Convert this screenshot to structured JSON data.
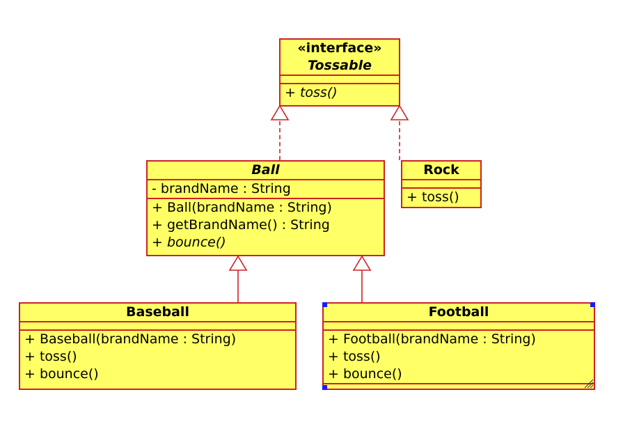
{
  "diagram": {
    "interface": {
      "stereotype": "«interface»",
      "name": "Tossable",
      "operations": [
        "+ toss()"
      ]
    },
    "ball": {
      "name": "Ball",
      "attributes": [
        "- brandName : String"
      ],
      "operations": [
        "+ Ball(brandName : String)",
        "+ getBrandName() : String",
        "+ bounce()"
      ]
    },
    "rock": {
      "name": "Rock",
      "operations": [
        "+ toss()"
      ]
    },
    "baseball": {
      "name": "Baseball",
      "operations": [
        "+ Baseball(brandName : String)",
        "+ toss()",
        "+ bounce()"
      ]
    },
    "football": {
      "name": "Football",
      "operations": [
        "+ Football(brandName : String)",
        "+ toss()",
        "+ bounce()"
      ]
    }
  },
  "colors": {
    "class_fill": "#ffff66",
    "border": "#cc2222",
    "selection_handle": "#1a1aff"
  }
}
